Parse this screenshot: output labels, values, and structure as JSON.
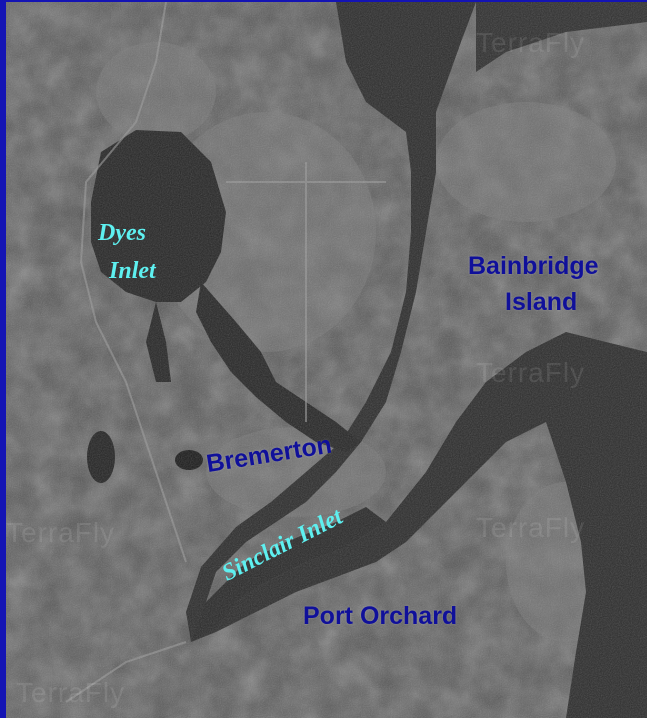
{
  "map": {
    "labels": {
      "dyes_inlet_line1": "Dyes",
      "dyes_inlet_line2": "Inlet",
      "bainbridge_line1": "Bainbridge",
      "bainbridge_line2": "Island",
      "bremerton": "Bremerton",
      "sinclair_inlet": "Sinclair Inlet",
      "port_orchard": "Port Orchard"
    },
    "watermark": "TerraFly",
    "colors": {
      "frame_border": "#1414b4",
      "city_label": "#10109a",
      "water_label": "#5ef0f0",
      "land": "#4a4a4a",
      "water": "#262626"
    }
  }
}
